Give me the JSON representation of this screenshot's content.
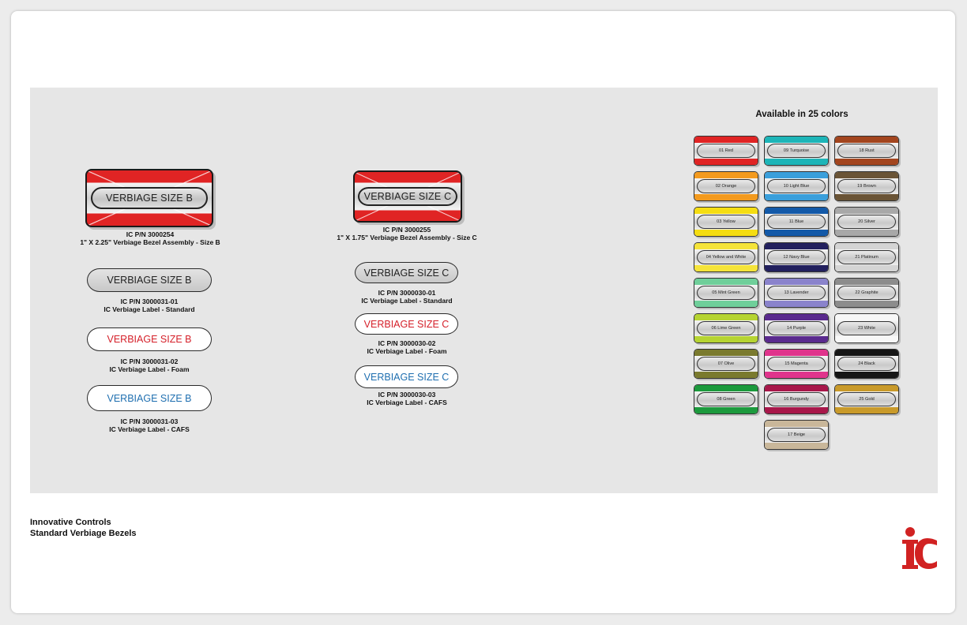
{
  "assemblies": [
    {
      "text": "VERBIAGE SIZE B",
      "pn": "IC P/N 3000254",
      "desc": "1\" X 2.25\" Verbiage Bezel Assembly - Size B"
    },
    {
      "text": "VERBIAGE SIZE C",
      "pn": "IC P/N 3000255",
      "desc": "1\" X 1.75\" Verbiage Bezel Assembly - Size C"
    }
  ],
  "labels_b": [
    {
      "text": "VERBIAGE SIZE B",
      "pn": "IC P/N 3000031-01",
      "desc": "IC Verbiage Label - Standard"
    },
    {
      "text": "VERBIAGE SIZE B",
      "pn": "IC P/N 3000031-02",
      "desc": "IC Verbiage Label - Foam"
    },
    {
      "text": "VERBIAGE SIZE B",
      "pn": "IC P/N 3000031-03",
      "desc": "IC Verbiage Label - CAFS"
    }
  ],
  "labels_c": [
    {
      "text": "VERBIAGE SIZE C",
      "pn": "IC P/N 3000030-01",
      "desc": "IC Verbiage Label - Standard"
    },
    {
      "text": "VERBIAGE SIZE C",
      "pn": "IC P/N 3000030-02",
      "desc": "IC Verbiage Label - Foam"
    },
    {
      "text": "VERBIAGE SIZE C",
      "pn": "IC P/N 3000030-03",
      "desc": "IC Verbiage Label - CAFS"
    }
  ],
  "label_colors": {
    "standard": "#222222",
    "foam": "#d5202a",
    "cafs": "#1f6fb0",
    "bezel_red": "#e02424"
  },
  "colors_title": "Available in 25 colors",
  "colors": [
    {
      "label": "01 Red",
      "hex": "#e02424"
    },
    {
      "label": "02 Orange",
      "hex": "#f39a1e"
    },
    {
      "label": "03 Yellow",
      "hex": "#f5dd12"
    },
    {
      "label": "04 Yellow and White",
      "hex": "#f5e43a"
    },
    {
      "label": "05 Mint Green",
      "hex": "#6fcf9a"
    },
    {
      "label": "06 Lime Green",
      "hex": "#b6d432"
    },
    {
      "label": "07 Olive",
      "hex": "#7a7a2e"
    },
    {
      "label": "08 Green",
      "hex": "#1c9a3d"
    },
    {
      "label": "09 Turquoise",
      "hex": "#1db5b8"
    },
    {
      "label": "10 Light Blue",
      "hex": "#3a9fdb"
    },
    {
      "label": "11 Blue",
      "hex": "#1359a8"
    },
    {
      "label": "12 Navy Blue",
      "hex": "#22205e"
    },
    {
      "label": "13 Lavender",
      "hex": "#8a83cc"
    },
    {
      "label": "14 Purple",
      "hex": "#5a2a8e"
    },
    {
      "label": "15 Magenta",
      "hex": "#e0348c"
    },
    {
      "label": "16 Burgundy",
      "hex": "#a8174a"
    },
    {
      "label": "17 Beige",
      "hex": "#c9b79a"
    },
    {
      "label": "18 Rust",
      "hex": "#a3451e"
    },
    {
      "label": "19 Brown",
      "hex": "#6a5436"
    },
    {
      "label": "20 Silver",
      "hex": "#a8a8a8"
    },
    {
      "label": "21 Platinum",
      "hex": "#d4d4d4"
    },
    {
      "label": "22 Graphite",
      "hex": "#8c8c8c"
    },
    {
      "label": "23 White",
      "hex": "#f7f7f7"
    },
    {
      "label": "24 Black",
      "hex": "#161616"
    },
    {
      "label": "25 Gold",
      "hex": "#c99a2a"
    }
  ],
  "footer": {
    "company": "Innovative Controls",
    "subtitle": "Standard Verbiage Bezels"
  },
  "logo": {
    "text": "ic",
    "color": "#d12222"
  }
}
